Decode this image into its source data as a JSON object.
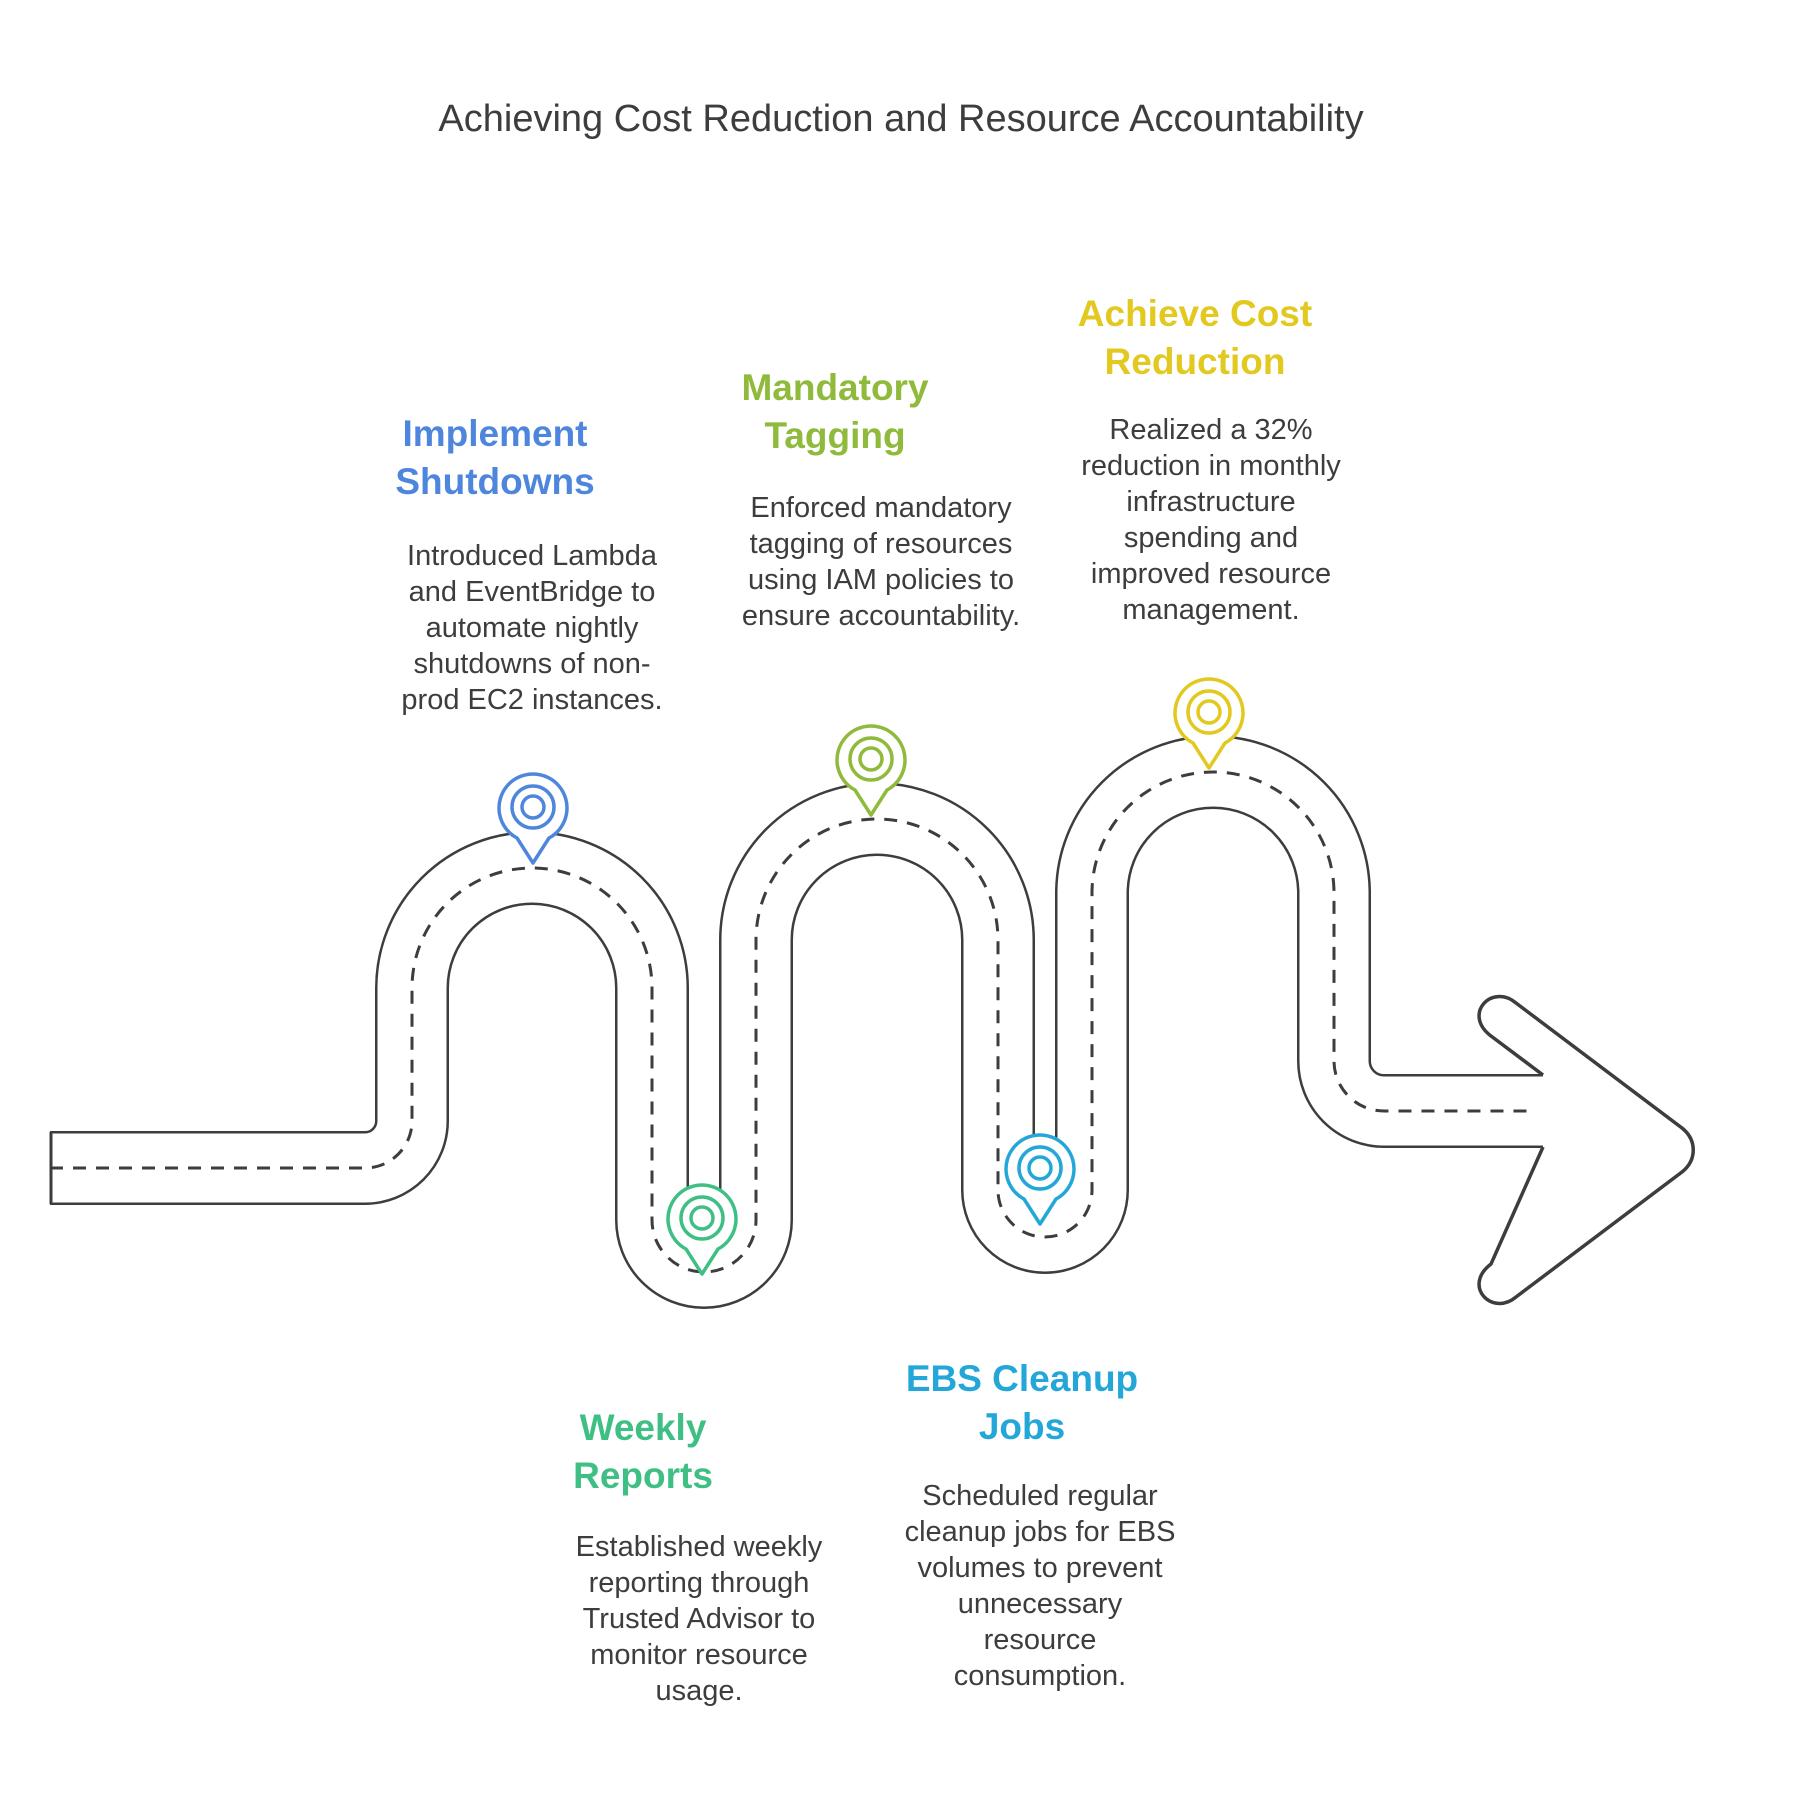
{
  "title": "Achieving Cost Reduction and Resource Accountability",
  "milestones": [
    {
      "heading": "Implement Shutdowns",
      "description": "Introduced Lambda and EventBridge to automate nightly shutdowns of non-prod EC2 instances.",
      "color": "#4f86dd"
    },
    {
      "heading": "Weekly Reports",
      "description": "Established weekly reporting through Trusted Advisor to monitor resource usage.",
      "color": "#3fbf84"
    },
    {
      "heading": "Mandatory Tagging",
      "description": "Enforced mandatory tagging of resources using IAM policies to ensure accountability.",
      "color": "#8fba3c"
    },
    {
      "heading": "EBS Cleanup Jobs",
      "description": "Scheduled regular cleanup jobs for EBS volumes to prevent unnecessary resource consumption.",
      "color": "#22a7d8"
    },
    {
      "heading": "Achieve Cost Reduction",
      "description": "Realized a 32% reduction in monthly infrastructure spending and improved resource management.",
      "color": "#e2c81f"
    }
  ],
  "road_color": "#3d3d3d"
}
